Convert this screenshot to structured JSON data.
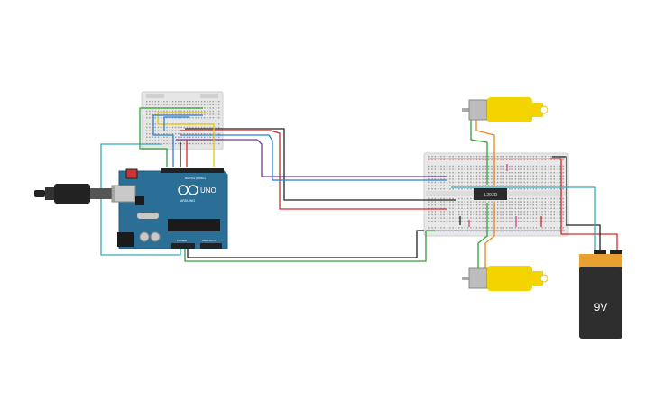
{
  "arduino": {
    "brand_text": "UNO",
    "header_digital_label": "DIGITAL (PWM~)",
    "header_power_label": "POWER",
    "header_analog_label": "ANALOG IN",
    "sub_brand": "ARDUINO"
  },
  "driver_ic": {
    "label": "L293D"
  },
  "battery": {
    "label": "9V"
  },
  "colors": {
    "board_blue": "#2b6f96",
    "breadboard": "#e9e9e9",
    "motor_yellow": "#f3d400",
    "battery_top": "#e8a032",
    "battery_body": "#2e2e2e",
    "wire_red": "#d42a2a",
    "wire_black": "#222222",
    "wire_green": "#2ea23a",
    "wire_blue": "#2f7fcf",
    "wire_purple": "#7a3a9a",
    "wire_teal": "#3aa7b7",
    "wire_orange": "#e38a1a",
    "wire_yellow": "#e8c800"
  },
  "icons": [
    "usb-cable-icon",
    "motor-icon",
    "battery-icon",
    "chip-icon"
  ]
}
